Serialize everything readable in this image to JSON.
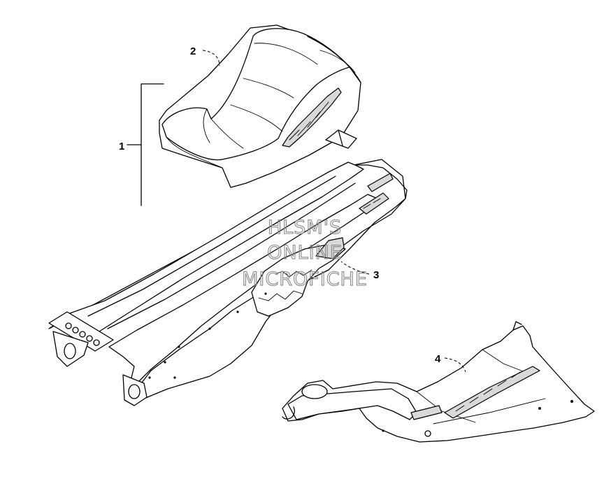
{
  "callouts": [
    {
      "id": "1",
      "label": "1"
    },
    {
      "id": "2",
      "label": "2"
    },
    {
      "id": "3",
      "label": "3"
    },
    {
      "id": "4",
      "label": "4"
    }
  ],
  "watermark": {
    "line1": "HLSM'S",
    "line2": "ONLINE",
    "line3": "MICROFICHE",
    "color": "#8a8a8a"
  }
}
